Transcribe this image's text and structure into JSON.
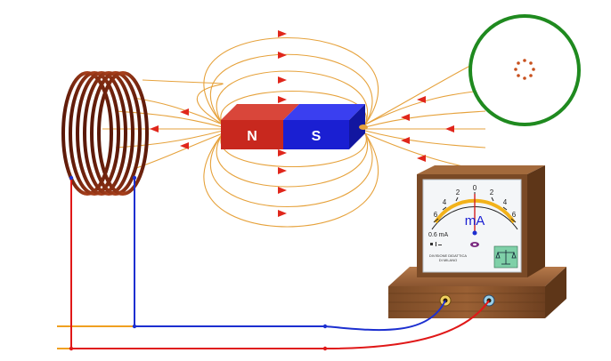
{
  "magnet": {
    "north_label": "N",
    "south_label": "S",
    "north_color": "#c8281e",
    "south_color": "#1a1fd2"
  },
  "meter": {
    "unit": "mA",
    "range_note": "0.6 mA",
    "scale_ticks": [
      "6",
      "4",
      "2",
      "0",
      "2",
      "4",
      "6"
    ],
    "needle_value": 0,
    "maker_caption_line1": "DIVISIONE DIDATTICA",
    "maker_caption_line2": "DI MILANO",
    "icons": [
      "meter-terminal-symbols-icon",
      "maker-logo-icon",
      "balance-scale-icon"
    ]
  },
  "coil": {
    "turns": 6,
    "color": "#8b2a12"
  },
  "field_line_color": "#e6a23c",
  "arrow_color": "#e0261b",
  "compass_ring_color": "#1f8a1f",
  "wire_colors": {
    "red": "#e01818",
    "blue": "#1c2fd0",
    "orange": "#f0a020"
  }
}
